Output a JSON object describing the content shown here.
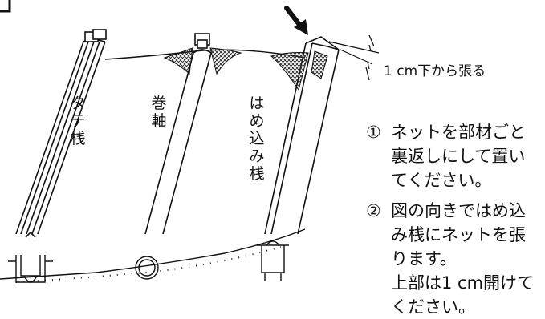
{
  "diagram": {
    "labels": {
      "tate_san": [
        "タ",
        "テ",
        "桟"
      ],
      "makijiku": [
        "巻",
        "軸"
      ],
      "hamekomi_san": [
        "は",
        "め",
        "込",
        "み",
        "桟"
      ]
    },
    "dimension_label": "1 cm下から張る"
  },
  "instructions": {
    "steps": [
      {
        "number": "①",
        "lines": [
          "ネットを部材ごと",
          "裏返しにして置い",
          "てください。"
        ]
      },
      {
        "number": "②",
        "lines": [
          "図の向きではめ込",
          "み桟にネットを張",
          "ります。",
          "上部は1 cm開けて",
          "ください。"
        ]
      }
    ]
  },
  "colors": {
    "ink": "#111111",
    "paper": "#ffffff"
  },
  "icons": [
    "down-right-arrow-icon"
  ]
}
